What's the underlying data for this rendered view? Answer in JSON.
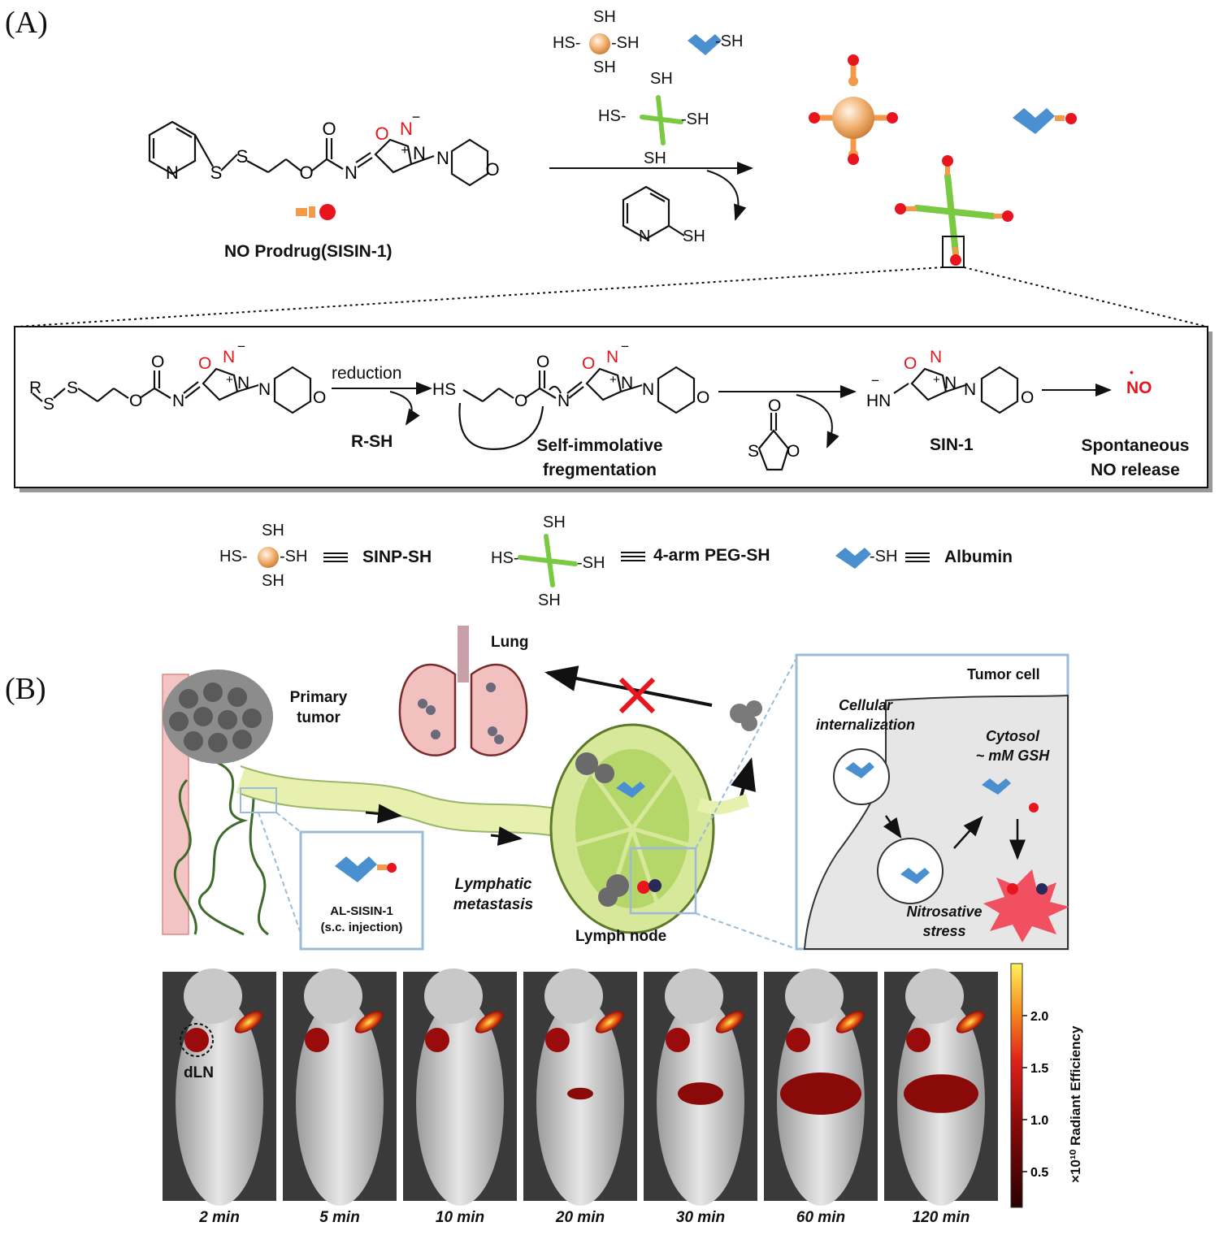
{
  "panel_a": {
    "label": "(A)",
    "prodrug_name": "NO Prodrug(SISIN-1)",
    "carriers": {
      "sinp_sh": "SINP-SH",
      "peg_sh": "4-arm PEG-SH",
      "albumin": "Albumin"
    },
    "groups": {
      "sh": "SH",
      "hs": "HS",
      "sh_dash": "-SH",
      "hs_dash": "HS-",
      "dash_sh": "-SH"
    },
    "atoms": {
      "n": "N",
      "o": "O",
      "s": "S",
      "r": "R",
      "hn": "HN",
      "plus": "+",
      "minus": "−"
    },
    "mechanism": {
      "step1_label": "reduction",
      "step1_byproduct": "R-SH",
      "intermediate_note_line1": "Self-immolative",
      "intermediate_note_line2": "fregmentation",
      "product_name": "SIN-1",
      "release_line1": "Spontaneous",
      "release_line2": "NO release",
      "no_radical": "NO",
      "no_dot": "•"
    }
  },
  "panel_b": {
    "label": "(B)",
    "lung": "Lung",
    "primary_tumor_line1": "Primary",
    "primary_tumor_line2": "tumor",
    "injection_agent": "AL-SISIN-1",
    "injection_route": "(s.c. injection)",
    "lymphatic_line1": "Lymphatic",
    "lymphatic_line2": "metastasis",
    "lymph_node": "Lymph node",
    "tumor_cell": "Tumor cell",
    "internalization_line1": "Cellular",
    "internalization_line2": "internalization",
    "cytosol_line1": "Cytosol",
    "cytosol_line2": "~ mM GSH",
    "stress_line1": "Nitrosative",
    "stress_line2": "stress",
    "dln": "dLN",
    "colorbar_title": "×10¹⁰ Radiant Efficiency",
    "colorbar_ticks": [
      "2.0",
      "1.5",
      "1.0",
      "0.5"
    ],
    "timepoints": [
      "2 min",
      "5 min",
      "10 min",
      "20 min",
      "30 min",
      "60 min",
      "120 min"
    ]
  },
  "colors": {
    "nitrogen_red": "#e8141e",
    "nanoparticle": "#f0b070",
    "albumin_blue": "#4a8fd0",
    "peg_green": "#7ac943",
    "linker_orange": "#f29a4a",
    "no_red": "#e8141e",
    "box_blue": "#9bbbd8",
    "lymph_green": "#b5d76a"
  }
}
